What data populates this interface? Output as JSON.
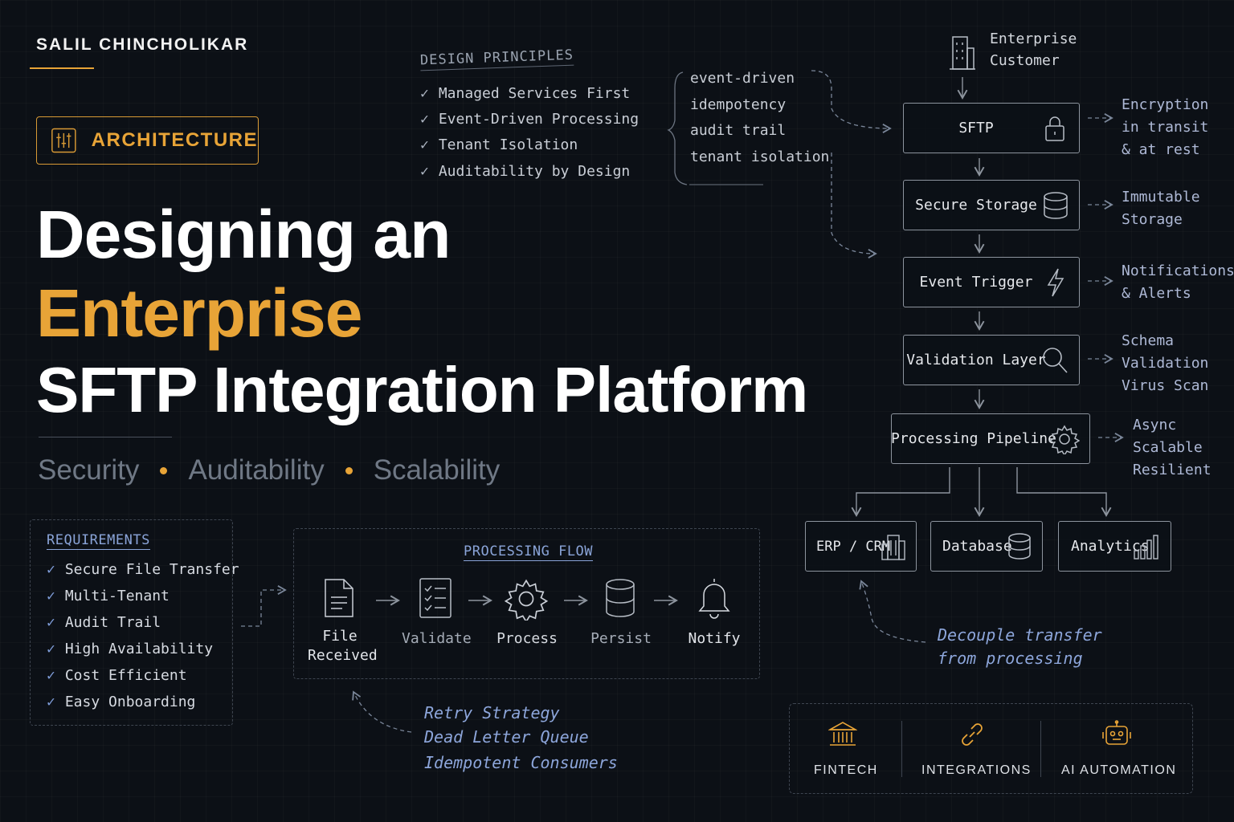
{
  "author": "SALIL CHINCHOLIKAR",
  "badge": {
    "label": "ARCHITECTURE",
    "icon": "sliders-icon"
  },
  "title": {
    "line1": "Designing an",
    "line2": "Enterprise",
    "line3": "SFTP Integration Platform"
  },
  "tagline": [
    "Security",
    "Auditability",
    "Scalability"
  ],
  "design_principles": {
    "title": "DESIGN PRINCIPLES",
    "items": [
      "Managed Services First",
      "Event-Driven Processing",
      "Tenant Isolation",
      "Auditability by Design"
    ]
  },
  "notes": [
    "event-driven",
    "idempotency",
    "audit trail",
    "tenant isolation"
  ],
  "flow": {
    "customer": {
      "line1": "Enterprise",
      "line2": "Customer",
      "icon": "building-icon"
    },
    "steps": [
      {
        "label": "SFTP",
        "icon": "lock-icon",
        "side": [
          "Encryption",
          "in transit",
          "& at rest"
        ]
      },
      {
        "label": "Secure Storage",
        "icon": "cylinder-icon",
        "side": [
          "Immutable",
          "Storage"
        ]
      },
      {
        "label": "Event Trigger",
        "icon": "lightning-icon",
        "side": [
          "Notifications",
          "& Alerts"
        ]
      },
      {
        "label": "Validation Layer",
        "icon": "search-icon",
        "side": [
          "Schema",
          "Validation",
          "Virus Scan"
        ]
      },
      {
        "label": "Processing Pipeline",
        "icon": "gear-icon",
        "side": [
          "Async",
          "Scalable",
          "Resilient"
        ]
      }
    ],
    "targets": [
      {
        "label": "ERP / CRM",
        "icon": "building-icon"
      },
      {
        "label": "Database",
        "icon": "database-icon"
      },
      {
        "label": "Analytics",
        "icon": "bar-chart-icon"
      }
    ],
    "decouple_note": [
      "Decouple transfer",
      "from processing"
    ]
  },
  "requirements": {
    "title": "REQUIREMENTS",
    "items": [
      "Secure File Transfer",
      "Multi-Tenant",
      "Audit Trail",
      "High Availability",
      "Cost Efficient",
      "Easy Onboarding"
    ]
  },
  "processing_flow": {
    "title": "PROCESSING FLOW",
    "steps": [
      {
        "label_line1": "File",
        "label_line2": "Received",
        "icon": "file-icon"
      },
      {
        "label_line1": "Validate",
        "label_line2": "",
        "icon": "checklist-icon"
      },
      {
        "label_line1": "Process",
        "label_line2": "",
        "icon": "gear-icon"
      },
      {
        "label_line1": "Persist",
        "label_line2": "",
        "icon": "database-icon"
      },
      {
        "label_line1": "Notify",
        "label_line2": "",
        "icon": "bell-icon"
      }
    ],
    "retry_notes": [
      "Retry Strategy",
      "Dead Letter Queue",
      "Idempotent Consumers"
    ]
  },
  "industries": [
    {
      "label": "FINTECH",
      "icon": "bank-icon"
    },
    {
      "label": "INTEGRATIONS",
      "icon": "link-icon"
    },
    {
      "label": "AI AUTOMATION",
      "icon": "robot-icon"
    }
  ],
  "colors": {
    "accent": "#e8a437",
    "background": "#0c1016",
    "note_blue": "#8da6db",
    "box_border": "#8d949e"
  }
}
